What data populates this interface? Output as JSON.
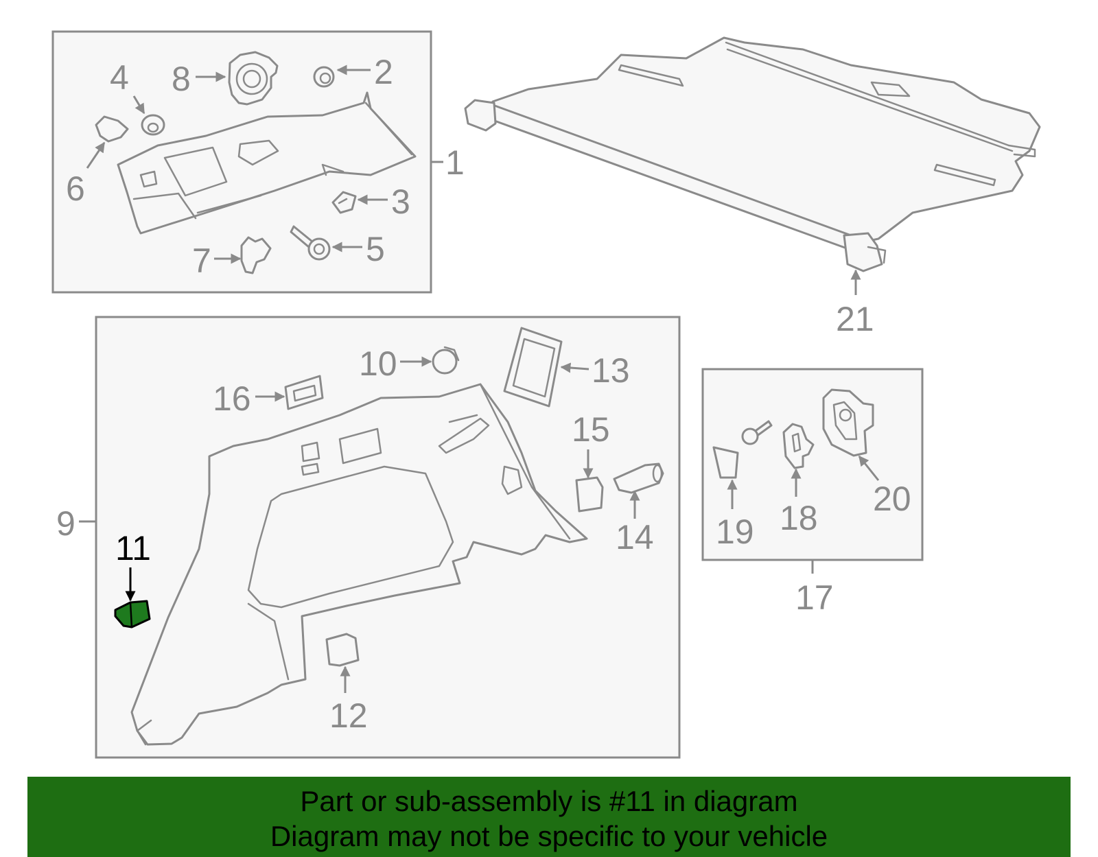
{
  "colors": {
    "line": "#8a8a8a",
    "fill": "#f7f7f7",
    "highlight_fill": "#1e7a1e",
    "highlight_stroke": "#000000",
    "banner": "#1e6e12"
  },
  "highlighted_callout": "11",
  "callouts": {
    "c1": "1",
    "c2": "2",
    "c3": "3",
    "c4": "4",
    "c5": "5",
    "c6": "6",
    "c7": "7",
    "c8": "8",
    "c9": "9",
    "c10": "10",
    "c11": "11",
    "c12": "12",
    "c13": "13",
    "c14": "14",
    "c15": "15",
    "c16": "16",
    "c17": "17",
    "c18": "18",
    "c19": "19",
    "c20": "20",
    "c21": "21"
  },
  "banner": {
    "line1": "Part or sub-assembly is #11 in diagram",
    "line2": "Diagram may not be specific to your vehicle"
  }
}
